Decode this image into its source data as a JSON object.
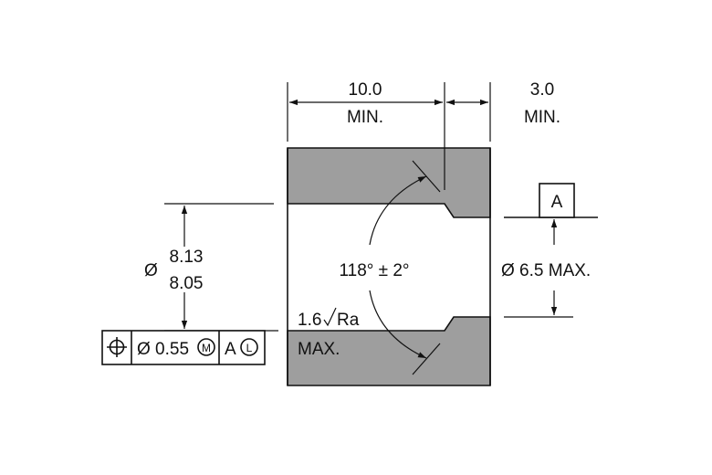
{
  "dimensions": {
    "bore_length": {
      "value": "10.0",
      "qualifier": "MIN."
    },
    "counterbore": {
      "value": "3.0",
      "qualifier": "MIN."
    },
    "outer_diameter": {
      "symbol": "Ø",
      "upper": "8.13",
      "lower": "8.05"
    },
    "inner_diameter": {
      "text": "Ø 6.5 MAX."
    },
    "chamfer_angle": {
      "text": "118° ± 2°"
    },
    "surface_finish": {
      "value": "1.6",
      "unit": "Ra",
      "qualifier": "MAX."
    }
  },
  "datum": {
    "label": "A"
  },
  "feature_control_frame": {
    "tolerance": "Ø 0.55",
    "material_modifier": "M",
    "datum_ref": "A",
    "datum_modifier": "L"
  },
  "colors": {
    "section_fill": "#9e9e9e",
    "line": "#111111",
    "background": "#ffffff"
  },
  "icons": [
    "position-tolerance-icon",
    "max-material-condition-icon",
    "least-material-condition-icon",
    "surface-finish-check-icon",
    "arrowhead-icon"
  ]
}
